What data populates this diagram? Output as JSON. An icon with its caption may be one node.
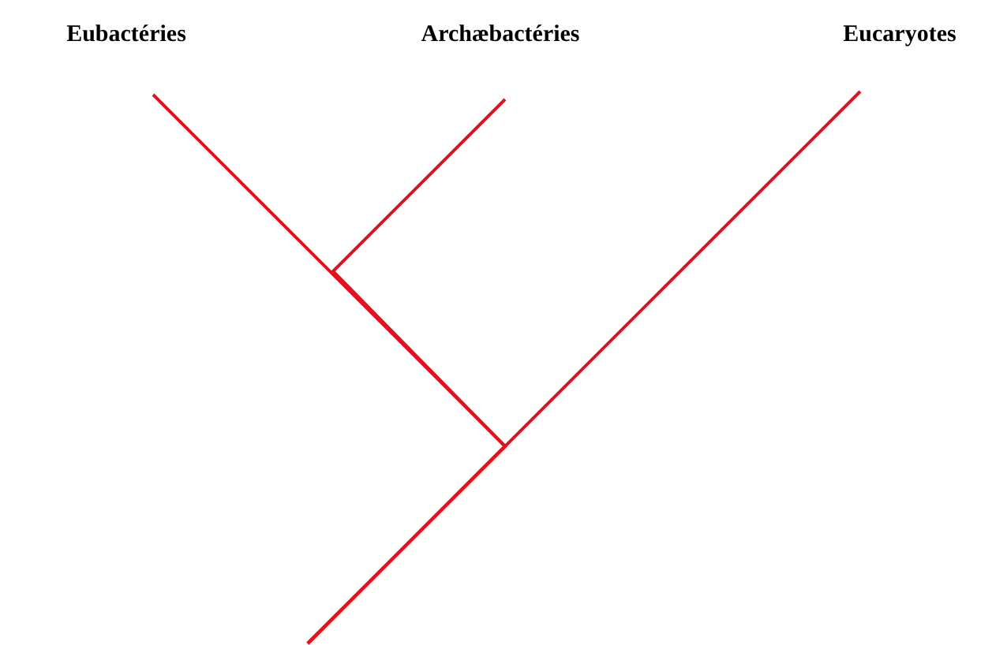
{
  "diagram": {
    "nodes": [
      {
        "text": [
          "Eubactéries"
        ]
      },
      {
        "text": [
          "Archæbactéries"
        ]
      },
      {
        "text": [
          "Eucaryotes"
        ]
      }
    ],
    "edges": [
      {
        "from": null,
        "to": 2,
        "arrow": "none"
      },
      {
        "from": null,
        "to": 0,
        "arrow": "none"
      },
      {
        "from": null,
        "to": 1,
        "arrow": "none"
      }
    ]
  }
}
